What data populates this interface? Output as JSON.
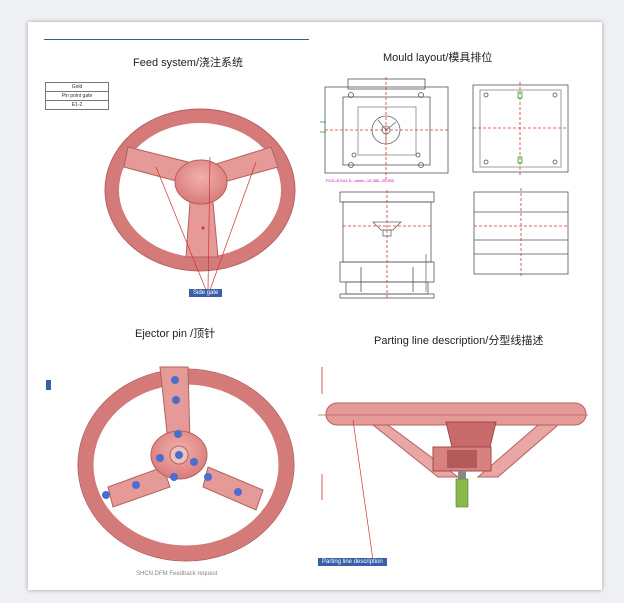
{
  "sections": {
    "feed_system": "Feed system/浇注系统",
    "mould_layout": "Mould layout/模具排位",
    "ejector_pin": "Ejector pin /顶针",
    "parting_line": "Parting line description/分型线描述"
  },
  "legend": {
    "rows": [
      "Gold",
      "Pin point gate",
      "E1-2"
    ]
  },
  "labels": {
    "side_gate": "Side gate",
    "parting_line_tag": "Parting line description",
    "layout_dims": "PCD=670x1,5---weld=-10,380--20,890"
  },
  "footer": "SHCN DFM Feedback request",
  "colors": {
    "wheel": "#e8908e",
    "wheel_dark": "#c96a6a",
    "pin_blue": "#4a6ed0",
    "tag_bg": "#3b5ea8"
  }
}
